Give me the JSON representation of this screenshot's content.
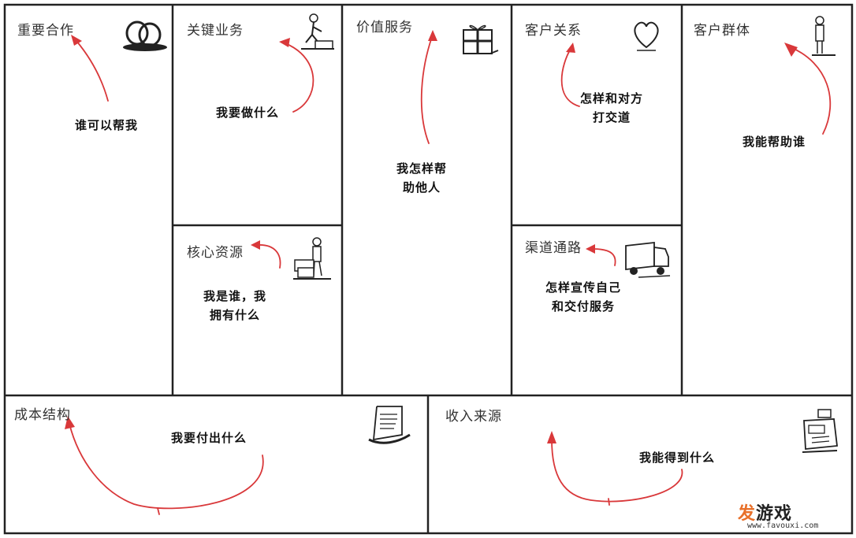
{
  "canvas": {
    "blocks": {
      "key_partners": {
        "title": "重要合作",
        "note": "谁可以帮我",
        "icon": "rings-icon"
      },
      "key_activities": {
        "title": "关键业务",
        "note": "我要做什么",
        "icon": "worker-icon"
      },
      "key_resources": {
        "title": "核心资源",
        "note_line1": "我是谁，我",
        "note_line2": "拥有什么",
        "icon": "person-with-boxes-icon"
      },
      "value_propositions": {
        "title": "价值服务",
        "note_line1": "我怎样帮",
        "note_line2": "助他人",
        "icon": "gift-icon"
      },
      "customer_relationships": {
        "title": "客户关系",
        "note_line1": "怎样和对方",
        "note_line2": "打交道",
        "icon": "heart-icon"
      },
      "channels": {
        "title": "渠道通路",
        "note_line1": "怎样宣传自己",
        "note_line2": "和交付服务",
        "icon": "truck-icon"
      },
      "customer_segments": {
        "title": "客户群体",
        "note": "我能帮助谁",
        "icon": "person-icon"
      },
      "cost_structure": {
        "title": "成本结构",
        "note": "我要付出什么",
        "icon": "receipt-icon"
      },
      "revenue_streams": {
        "title": "收入来源",
        "note": "我能得到什么",
        "icon": "cash-register-icon"
      }
    },
    "colors": {
      "border": "#222222",
      "arrow": "#d9383a"
    }
  },
  "watermark": {
    "brand_part1": "发",
    "brand_part2": "游戏",
    "url": "www.favouxi.com"
  }
}
